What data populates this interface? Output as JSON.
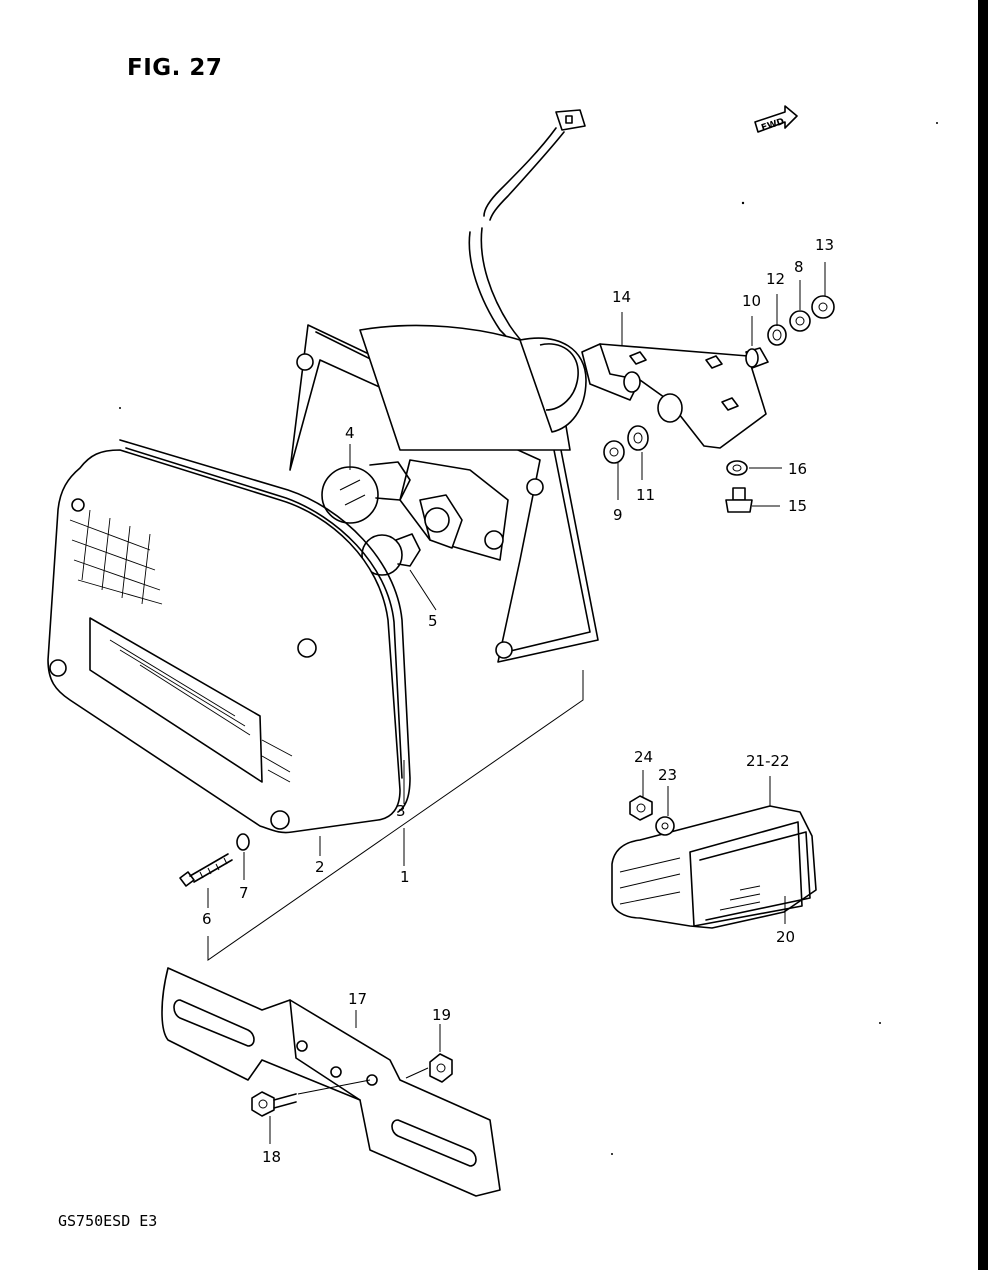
{
  "figure": {
    "title": "FIG. 27",
    "model_code": "GS750ESD  E3",
    "direction_arrow": "FWD"
  },
  "callouts": {
    "c1": "1",
    "c2": "2",
    "c3": "3",
    "c4": "4",
    "c5": "5",
    "c6": "6",
    "c7": "7",
    "c8": "8",
    "c9": "9",
    "c10": "10",
    "c11": "11",
    "c12": "12",
    "c13": "13",
    "c14": "14",
    "c15": "15",
    "c16": "16",
    "c17": "17",
    "c18": "18",
    "c19": "19",
    "c20": "20",
    "c21_22": "21-22",
    "c23": "23",
    "c24": "24"
  }
}
